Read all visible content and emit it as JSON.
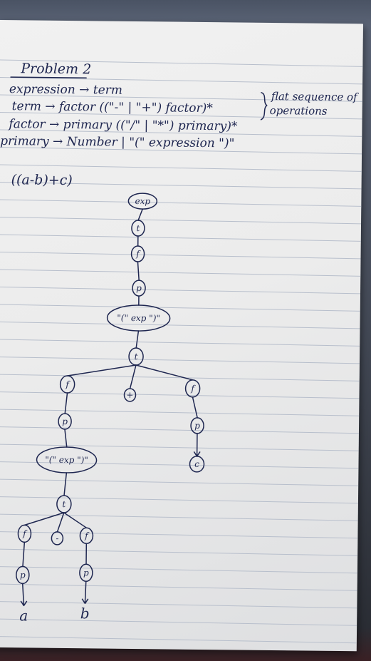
{
  "notes": {
    "heading": "Problem 2",
    "grammar": [
      "expression → term",
      "term → factor ((\"-\" | \"+\") factor)*",
      "factor → primary ((\"/\" | \"*\") primary)*",
      "primary → Number | \"(\" expression \")\""
    ],
    "side_note": [
      "flat sequence of",
      "operations"
    ],
    "example_expression": "((a-b)+c)"
  },
  "tree": {
    "nodes": {
      "root_exp": "exp",
      "t1": "t",
      "f1": "f",
      "p1": "p",
      "group1": "\"(\" exp \")\"",
      "t2": "t",
      "f_left": "f",
      "plus": "+",
      "f_right": "f",
      "p_left": "p",
      "p_right": "p",
      "c": "c",
      "group2": "\"(\" exp \")\"",
      "t3": "t",
      "f_a": "f",
      "minus": "-",
      "f_b": "f",
      "p_a": "p",
      "p_b": "p"
    },
    "leaves": {
      "a": "a",
      "b": "b"
    }
  },
  "colors": {
    "ink": "#1e2650",
    "paper": "#ececec",
    "rule_lines": "#b8bfcc",
    "background": "#2b2f38"
  }
}
